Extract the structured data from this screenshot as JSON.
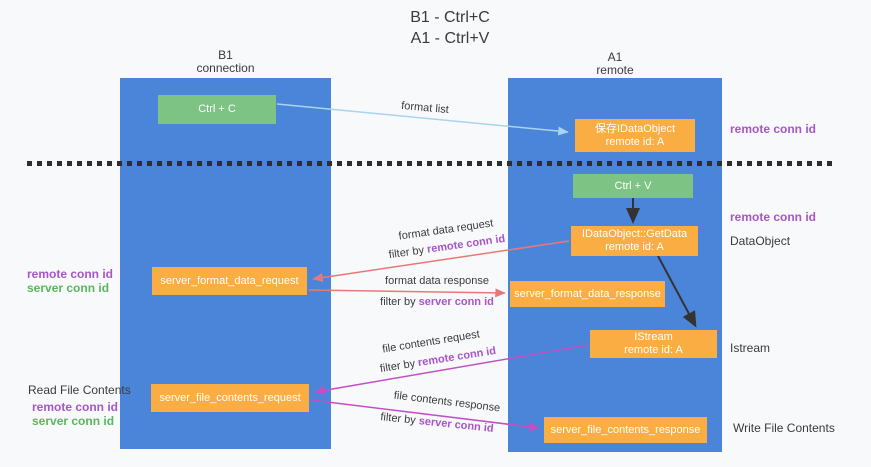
{
  "title": {
    "line1": "B1 - Ctrl+C",
    "line2": "A1 - Ctrl+V"
  },
  "columns": {
    "left": {
      "name": "B1",
      "role": "connection"
    },
    "right": {
      "name": "A1",
      "role": "remote"
    }
  },
  "nodes": {
    "ctrl_c": {
      "label": "Ctrl + C"
    },
    "save_idataobject": {
      "line1": "保存IDataObject",
      "line2": "remote id: A"
    },
    "ctrl_v": {
      "label": "Ctrl + V"
    },
    "idataobject_getdata": {
      "line1": "IDataObject::GetData",
      "line2": "remote id: A"
    },
    "server_format_data_request": {
      "label": "server_format_data_request"
    },
    "server_format_data_response": {
      "label": "server_format_data_response"
    },
    "istream": {
      "line1": "IStream",
      "line2": "remote id: A"
    },
    "server_file_contents_request": {
      "label": "server_file_contents_request"
    },
    "server_file_contents_response": {
      "label": "server_file_contents_response"
    }
  },
  "edges": {
    "format_list": {
      "label": "format list"
    },
    "format_data_request": {
      "label": "format data request",
      "filter_prefix": "filter by ",
      "filter_key": "remote conn id"
    },
    "format_data_response": {
      "label": "format data response",
      "filter_prefix": "filter by ",
      "filter_key": "server conn id"
    },
    "file_contents_request": {
      "label": "file contents request",
      "filter_prefix": "filter by ",
      "filter_key": "remote conn id"
    },
    "file_contents_response": {
      "label": "file contents response",
      "filter_prefix": "filter by ",
      "filter_key": "server conn id"
    }
  },
  "side_labels": {
    "right_remote_conn_id_1": "remote conn id",
    "right_remote_conn_id_2": "remote conn id",
    "right_dataobject": "DataObject",
    "right_istream": "Istream",
    "right_write_file_contents": "Write File Contents",
    "left_remote_conn_id_1": "remote conn id",
    "left_server_conn_id_1": "server conn id",
    "left_read_file_contents": "Read File Contents",
    "left_remote_conn_id_2": "remote conn id",
    "left_server_conn_id_2": "server conn id"
  },
  "colors": {
    "column_blue": "#4b85d9",
    "box_green": "#7dc383",
    "box_orange": "#f9ad42",
    "arrow_light_blue": "#a8d4f0",
    "arrow_red": "#e87878",
    "arrow_magenta": "#c44fc4",
    "arrow_black": "#333333",
    "text_purple": "#a855c8",
    "text_green": "#57b85c"
  }
}
